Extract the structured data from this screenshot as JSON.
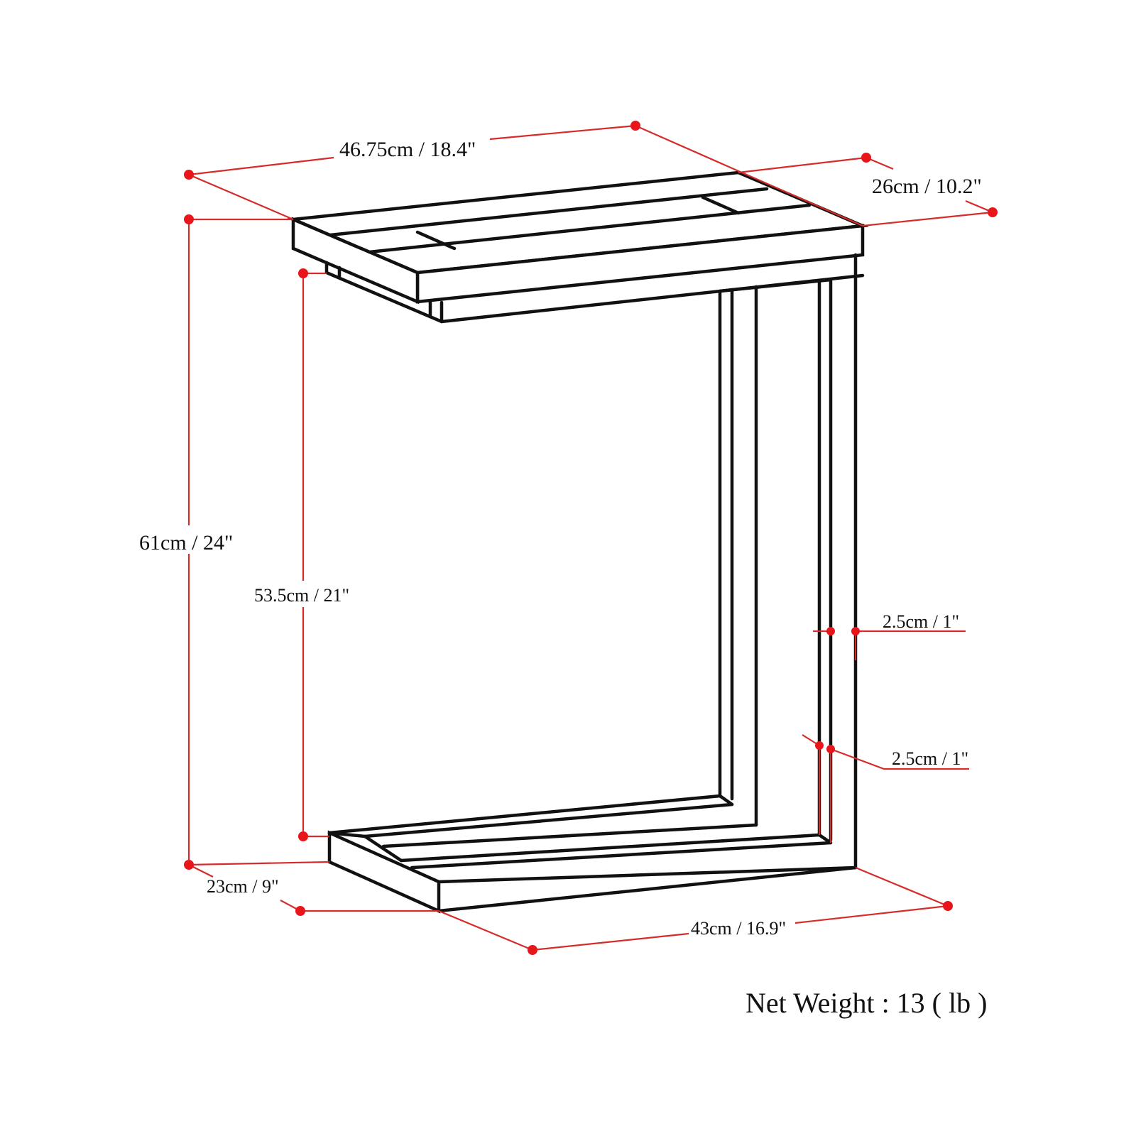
{
  "diagram": {
    "type": "furniture-dimension-drawing",
    "subject": "C-shaped side table",
    "colors": {
      "outline": "#111111",
      "dimension_line": "#d62b2b",
      "dimension_dot": "#e8161a",
      "background": "#ffffff"
    },
    "dimensions": {
      "top_width": "46.75cm / 18.4\"",
      "top_depth": "26cm / 10.2\"",
      "total_height": "61cm / 24\"",
      "clearance_height": "53.5cm / 21\"",
      "frame_thickness_upper": "2.5cm / 1\"",
      "frame_thickness_lower": "2.5cm / 1\"",
      "base_depth": "23cm / 9\"",
      "base_width": "43cm / 16.9\""
    },
    "net_weight": "Net Weight : 13 ( lb )"
  }
}
